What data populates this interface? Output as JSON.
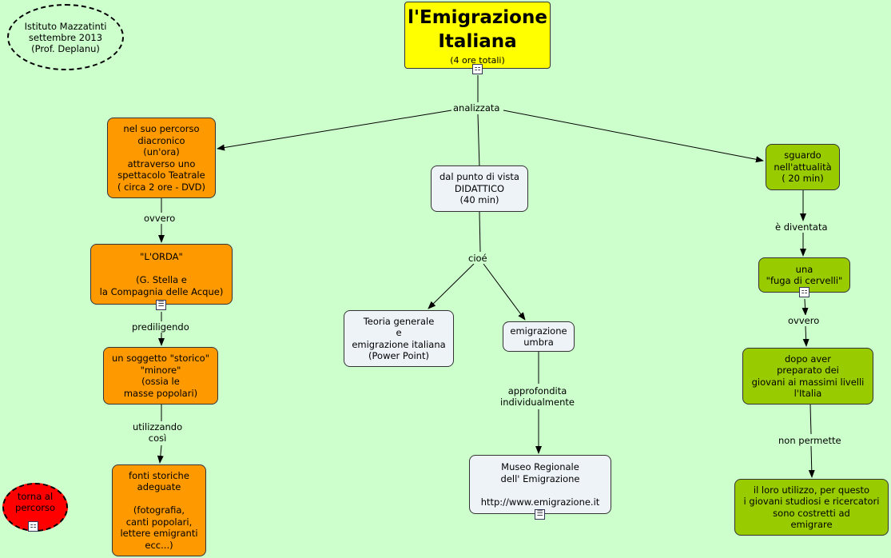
{
  "info_oval": "Istituto Mazzatinti\nsettembre 2013\n(Prof. Deplanu)",
  "title": {
    "main": "l'Emigrazione\nItaliana",
    "sub": "(4 ore totali)"
  },
  "links": {
    "analizzata": "analizzata",
    "ovvero_left": "ovvero",
    "prediligendo": "prediligendo",
    "utilizzando": "utilizzando\ncosì",
    "cioe": "cioé",
    "approfondita": "approfondita\nindividualmente",
    "diventata": "è diventata",
    "ovvero_right": "ovvero",
    "non_permette": "non permette"
  },
  "nodes": {
    "diacronico": "nel suo percorso\ndiacronico\n(un'ora)\nattraverso uno\nspettacolo Teatrale\n( circa 2 ore - DVD)",
    "orda": "\"L'ORDA\"\n\n(G. Stella e\nla Compagnia delle Acque)",
    "soggetto": "un soggetto \"storico\"\n\"minore\"\n(ossia le\nmasse popolari)",
    "fonti": "fonti storiche\nadeguate\n\n(fotografia,\ncanti popolari,\nlettere emigranti\necc...)",
    "didattico": "dal punto di vista\nDIDATTICO\n(40 min)",
    "teoria": "Teoria generale\ne\nemigrazione italiana\n(Power Point)",
    "umbra": "emigrazione\numbra",
    "museo": "Museo Regionale\ndell' Emigrazione\n\nhttp://www.emigrazione.it",
    "attualita": "sguardo\nnell'attualità\n( 20 min)",
    "fuga": "una\n\"fuga di cervelli\"",
    "dopo": "dopo aver\npreparato dei\ngiovani ai massimi livelli\nl'Italia",
    "utilizzo": "il loro utilizzo, per questo\ni giovani studiosi e ricercatori\nsono costretti ad\nemigrare"
  },
  "back_oval": "torna al\npercorso",
  "icons": {
    "map": "map-link-icon",
    "doc": "document-icon"
  },
  "colors": {
    "background": "#ccffcc",
    "orange": "#ff9900",
    "green": "#99cc00",
    "yellow": "#ffff00",
    "red": "#ff0000"
  }
}
